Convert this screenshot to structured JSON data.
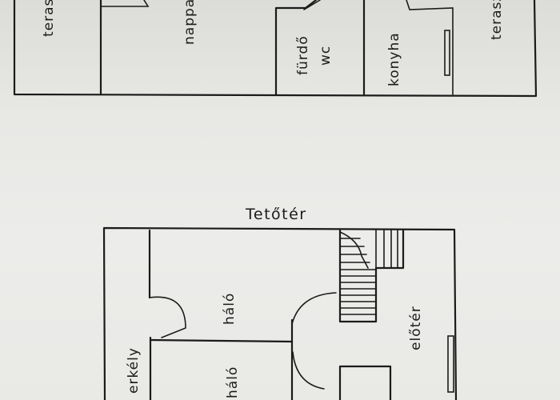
{
  "title": "Tetőtér",
  "ground_floor_labels": {
    "terrace_left": "terasz",
    "living_room": "nappali",
    "bathroom": "fürdő",
    "wc": "wc",
    "kitchen": "konyha",
    "terrace_right": "terasz"
  },
  "attic_labels": {
    "balcony": "erkély",
    "bedroom_top": "háló",
    "bedroom_bottom": "háló",
    "hallway": "előtér"
  }
}
